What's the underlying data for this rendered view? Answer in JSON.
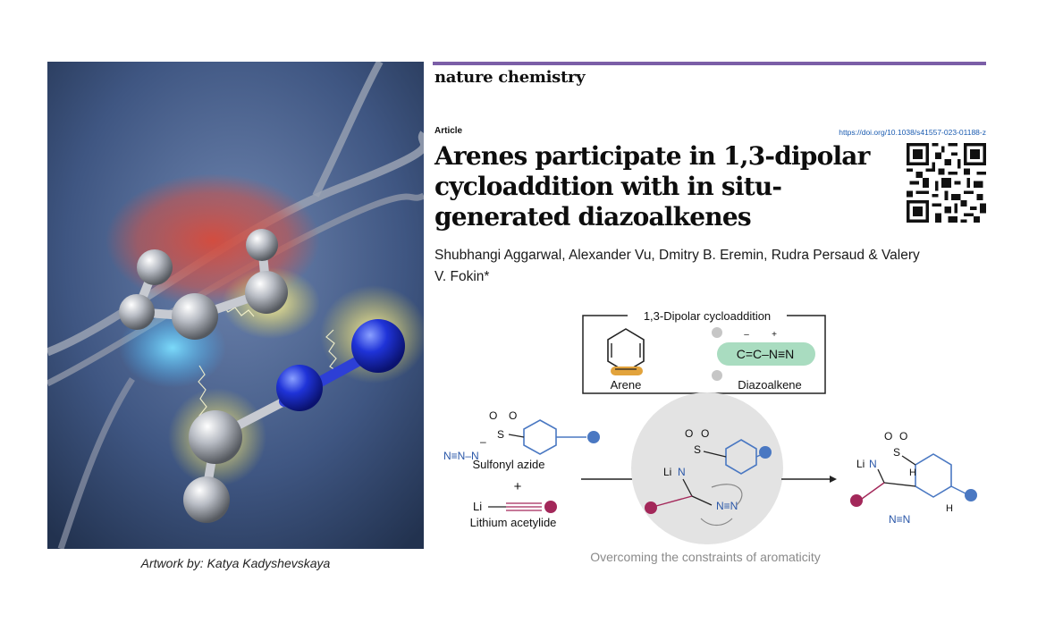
{
  "artwork": {
    "caption": "Artwork by: Katya Kadyshevskaya"
  },
  "header": {
    "journal": "nature chemistry",
    "article_type": "Article",
    "doi": "https://doi.org/10.1038/s41557-023-01188-z",
    "title": "Arenes participate in 1,3-dipolar cycloaddition with in situ-generated diazoalkenes",
    "authors": "Shubhangi Aggarwal, Alexander Vu, Dmitry B. Eremin, Rudra Persaud & Valery V. Fokin*",
    "accent_color": "#7b5ea7"
  },
  "scheme": {
    "box_title": "1,3-Dipolar cycloaddition",
    "arene_label": "Arene",
    "diazoalkene_label": "Diazoalkene",
    "diazoalkene_formula": "C=C–N≡N",
    "reagent1_label": "Sulfonyl azide",
    "reagent2_label": "Lithium acetylide",
    "plus": "+",
    "li": "Li",
    "footer": "Overcoming the constraints of aromaticity",
    "colors": {
      "arene_highlight": "#e2a33c",
      "dipole_highlight": "#a9dcc0",
      "aryl": "#4a78c2",
      "alkyne": "#a3285a",
      "nitrogen": "#2a57a8",
      "circle": "#e3e3e3"
    }
  }
}
